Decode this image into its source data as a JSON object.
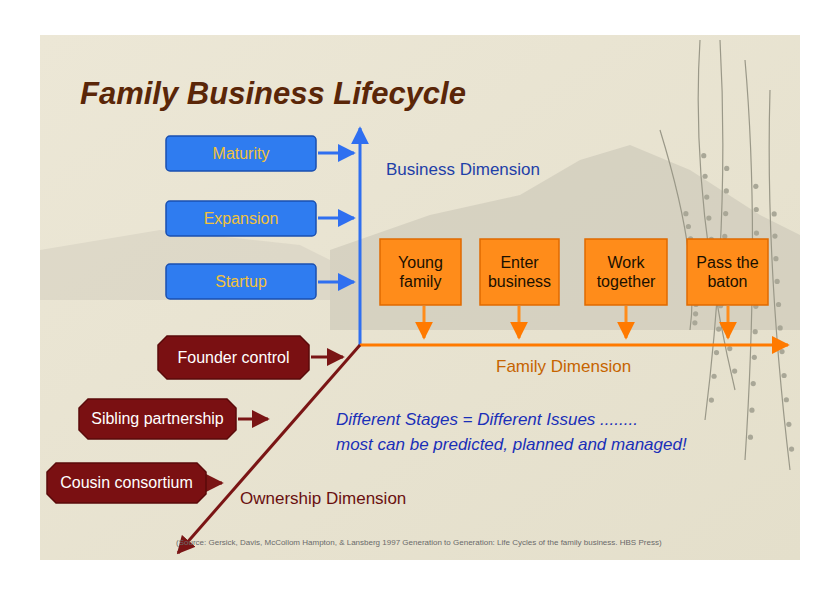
{
  "diagram": {
    "title": "Family Business Lifecycle",
    "caption": "(Source: Gersick, Davis, McCollom Hampton, & Lansberg 1997  Generation to Generation: Life Cycles of the family business.   HBS Press)",
    "nodes": [
      {
        "text": [
          "Maturity"
        ]
      },
      {
        "text": [
          "Expansion"
        ]
      },
      {
        "text": [
          "Startup"
        ]
      },
      {
        "text": [
          "Young family"
        ]
      },
      {
        "text": [
          "Enter business"
        ]
      },
      {
        "text": [
          "Work together"
        ]
      },
      {
        "text": [
          "Pass the baton"
        ]
      },
      {
        "text": [
          "Founder control"
        ]
      },
      {
        "text": [
          "Sibling partnership"
        ]
      },
      {
        "text": [
          "Cousin consortium"
        ]
      }
    ],
    "labels": [
      "Business Dimension",
      "Family Dimension",
      "Different Stages = Different Issues ........",
      "most can be predicted, planned and managed!",
      "Ownership Dimension"
    ]
  }
}
